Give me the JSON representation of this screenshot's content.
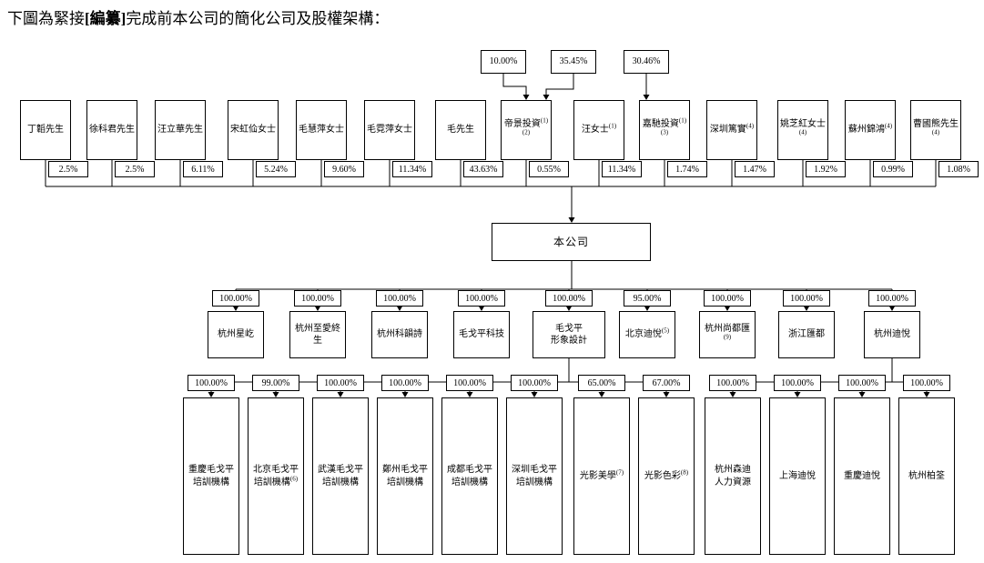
{
  "title": {
    "prefix": "下圖為緊接",
    "redacted": "[編纂]",
    "suffix": "完成前本公司的簡化公司及股權架構："
  },
  "line_color": "#000000",
  "top_ownerships": [
    {
      "pct": "10.00%"
    },
    {
      "pct": "35.45%"
    },
    {
      "pct": "30.46%"
    }
  ],
  "shareholders": [
    {
      "name": "丁韜先生",
      "note": "",
      "pct": "2.5%"
    },
    {
      "name": "徐科君先生",
      "note": "",
      "pct": "2.5%"
    },
    {
      "name": "汪立華先生",
      "note": "",
      "pct": "6.11%"
    },
    {
      "name": "宋虹佡女士",
      "note": "",
      "pct": "5.24%"
    },
    {
      "name": "毛慧萍女士",
      "note": "",
      "pct": "9.60%"
    },
    {
      "name": "毛霓萍女士",
      "note": "",
      "pct": "11.34%"
    },
    {
      "name": "毛先生",
      "note": "",
      "pct": "43.63%"
    },
    {
      "name": "帝景投資",
      "note": "(1)(2)",
      "pct": "0.55%"
    },
    {
      "name": "汪女士",
      "note": "(1)",
      "pct": "11.34%"
    },
    {
      "name": "嘉馳投資",
      "note": "(1)(3)",
      "pct": "1.74%"
    },
    {
      "name": "深圳篤實",
      "note": "(4)",
      "pct": "1.47%"
    },
    {
      "name": "姚芝紅女士",
      "note": "(4)",
      "pct": "1.92%"
    },
    {
      "name": "蘇州錦鴻",
      "note": "(4)",
      "pct": "0.99%"
    },
    {
      "name": "曹國熊先生",
      "note": "(4)",
      "pct": "1.08%"
    }
  ],
  "company": {
    "name": "本公司"
  },
  "subsidiaries": [
    {
      "name": "杭州星屹",
      "note": "",
      "pct": "100.00%"
    },
    {
      "name": "杭州至愛終生",
      "note": "",
      "pct": "100.00%"
    },
    {
      "name": "杭州科韻詩",
      "note": "",
      "pct": "100.00%"
    },
    {
      "name": "毛戈平科技",
      "note": "",
      "pct": "100.00%"
    },
    {
      "name": "毛戈平\n形象設計",
      "note": "",
      "pct": "100.00%"
    },
    {
      "name": "北京迪悅",
      "note": "(5)",
      "pct": "95.00%"
    },
    {
      "name": "杭州尚都匯",
      "note": "(9)",
      "pct": "100.00%"
    },
    {
      "name": "浙江匯都",
      "note": "",
      "pct": "100.00%"
    },
    {
      "name": "杭州迪悅",
      "note": "",
      "pct": "100.00%"
    }
  ],
  "sub_subsidiaries": [
    {
      "name": "重慶毛戈平\n培訓機構",
      "note": "",
      "pct": "100.00%"
    },
    {
      "name": "北京毛戈平\n培訓機構",
      "note": "(6)",
      "pct": "99.00%"
    },
    {
      "name": "武漢毛戈平\n培訓機構",
      "note": "",
      "pct": "100.00%"
    },
    {
      "name": "鄭州毛戈平\n培訓機構",
      "note": "",
      "pct": "100.00%"
    },
    {
      "name": "成都毛戈平\n培訓機構",
      "note": "",
      "pct": "100.00%"
    },
    {
      "name": "深圳毛戈平\n培訓機構",
      "note": "",
      "pct": "100.00%"
    },
    {
      "name": "光影美學",
      "note": "(7)",
      "pct": "65.00%"
    },
    {
      "name": "光影色彩",
      "note": "(8)",
      "pct": "67.00%"
    },
    {
      "name": "杭州森迪\n人力資源",
      "note": "",
      "pct": "100.00%"
    },
    {
      "name": "上海迪悅",
      "note": "",
      "pct": "100.00%"
    },
    {
      "name": "重慶迪悅",
      "note": "",
      "pct": "100.00%"
    },
    {
      "name": "杭州柏筌",
      "note": "",
      "pct": "100.00%"
    }
  ]
}
